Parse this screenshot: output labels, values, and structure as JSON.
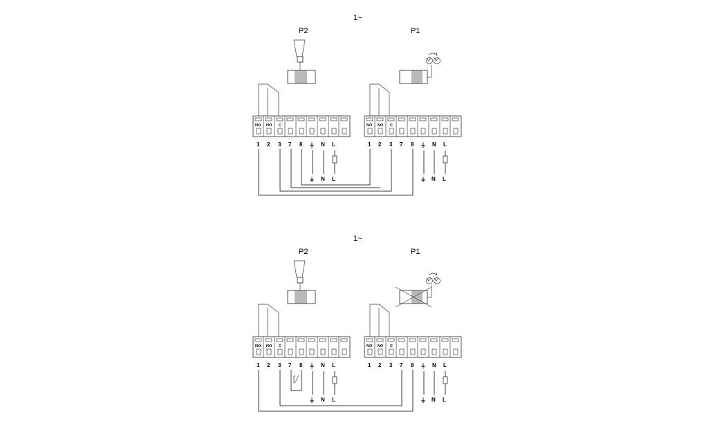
{
  "diagrams": [
    {
      "phase_label": "1~",
      "pumps": [
        {
          "label": "P2",
          "sensor": "float-switch",
          "crossed": false
        },
        {
          "label": "P1",
          "sensor": "pressure-switch",
          "crossed": false
        }
      ],
      "left_terminals": [
        "1",
        "2",
        "3",
        "7",
        "8",
        "⏚",
        "N",
        "L"
      ],
      "right_terminals": [
        "1",
        "2",
        "3",
        "7",
        "8",
        "⏚",
        "N",
        "L"
      ],
      "relay_tags": [
        "NO",
        "NO",
        "C"
      ],
      "supply_labels": [
        "⏚",
        "N",
        "L"
      ],
      "link_78_switch": false
    },
    {
      "phase_label": "1~",
      "pumps": [
        {
          "label": "P2",
          "sensor": "float-switch",
          "crossed": false
        },
        {
          "label": "P1",
          "sensor": "pressure-switch",
          "crossed": true
        }
      ],
      "left_terminals": [
        "1",
        "2",
        "3",
        "7",
        "8",
        "⏚",
        "N",
        "L"
      ],
      "right_terminals": [
        "1",
        "2",
        "3",
        "7",
        "8",
        "⏚",
        "N",
        "L"
      ],
      "relay_tags": [
        "NO",
        "NO",
        "C"
      ],
      "supply_labels": [
        "⏚",
        "N",
        "L"
      ],
      "link_78_switch": true
    }
  ]
}
